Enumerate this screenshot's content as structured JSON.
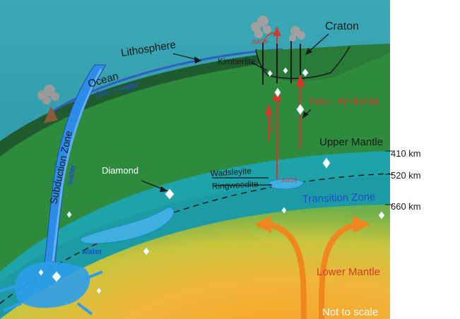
{
  "labels": {
    "lithosphere": "Lithosphere",
    "ocean": "Ocean",
    "co2_water": "CO₃ + water",
    "craton": "Craton",
    "kimberlite": "Kimberlite",
    "juc29_top": "JUc29",
    "juc29_mid": "JUc29",
    "juc29_low": "JUc29",
    "proto_kimberlite": "Proto - Kimberlite",
    "upper_mantle": "Upper Mantle",
    "subduction_zone": "Subduction Zone",
    "water_slab": "water",
    "water_pool": "water",
    "diamond": "Diamond",
    "wadsleyite": "Wadsleyite",
    "ringwoodite": "Ringwoodite",
    "transition_zone": "Transition Zone",
    "lower_mantle": "Lower Mantle",
    "not_to_scale": "Not to scale"
  },
  "depths": {
    "d410": "410 km",
    "d520": "520 km",
    "d660": "660 km"
  },
  "colors": {
    "sky": "#2FA0AE",
    "lithosphere_dark": "#1F5A2E",
    "mantle_green": "#2E8B3E",
    "transition": "#1FA3A8",
    "lower_mantle_yellow": "#E8C23A",
    "lower_mantle_orange": "#F39A2B",
    "water": "#2D8CE8",
    "arrow_red": "#D9362B",
    "text_red": "#D9362B",
    "text_blue": "#1E4FC8",
    "text_dark": "#1A1A1A"
  }
}
